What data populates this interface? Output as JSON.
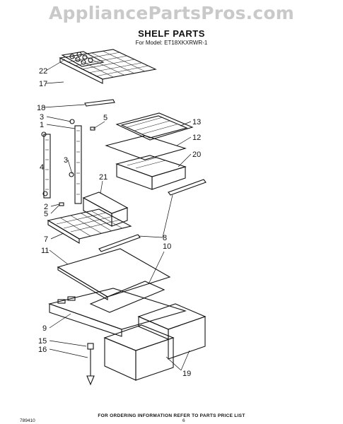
{
  "watermark": "AppliancePartsPros.com",
  "title": "SHELF PARTS",
  "subtitle": "For Model: ET18XKXRWR-1",
  "footer": "FOR ORDERING INFORMATION REFER TO PARTS PRICE LIST",
  "doc_number": "789410",
  "page_number": "6",
  "callouts": [
    "22",
    "17",
    "18",
    "3",
    "1",
    "5",
    "13",
    "12",
    "20",
    "4",
    "3",
    "21",
    "2",
    "5",
    "7",
    "8",
    "11",
    "10",
    "9",
    "15",
    "16",
    "19"
  ]
}
